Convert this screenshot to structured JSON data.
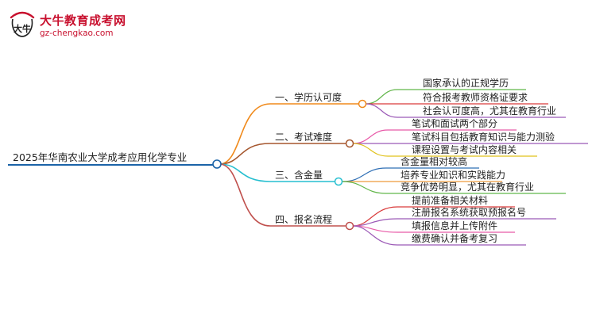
{
  "logo": {
    "title": "大牛教育成考网",
    "url": "gz-chengkao.com",
    "mark_text": "大牛"
  },
  "colors": {
    "root_line": "#1b63a8",
    "branch1": "#f08a1c",
    "branch2": "#a5562e",
    "branch3": "#27bfd0",
    "branch4": "#c0504d",
    "leaf_green": "#62b64a",
    "leaf_red": "#d93b3b",
    "leaf_purple": "#9b59b6",
    "leaf_pink": "#e85aa8",
    "leaf_yellow": "#e0c21a",
    "leaf_blue": "#2f6fb5",
    "leaf_orange": "#ee9b3b"
  },
  "mindmap": {
    "root": "2025年华南农业大学成考应用化学专业",
    "branches": [
      {
        "label": "一、学历认可度",
        "leaves": [
          "国家承认的正规学历",
          "符合报考教师资格证要求",
          "社会认可度高，尤其在教育行业"
        ]
      },
      {
        "label": "二、考试难度",
        "leaves": [
          "笔试和面试两个部分",
          "笔试科目包括教育知识与能力测验",
          "课程设置与考试内容相关"
        ]
      },
      {
        "label": "三、含金量",
        "leaves": [
          "含金量相对较高",
          "培养专业知识和实践能力",
          "竞争优势明显，尤其在教育行业"
        ]
      },
      {
        "label": "四、报名流程",
        "leaves": [
          "提前准备相关材料",
          "注册报名系统获取预报名号",
          "填报信息并上传附件",
          "缴费确认并备考复习"
        ]
      }
    ]
  }
}
